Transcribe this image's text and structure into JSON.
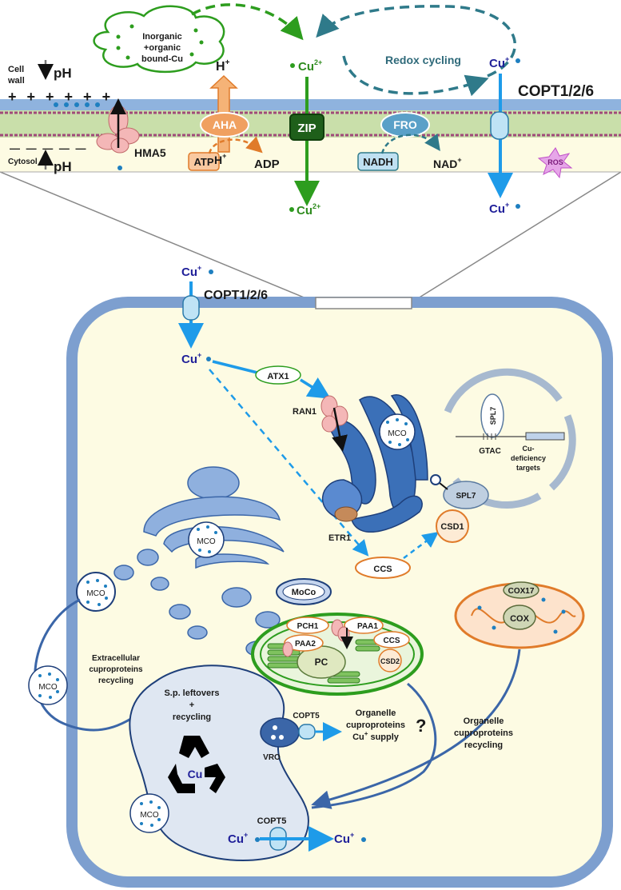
{
  "membrane": {
    "cell_wall_label_1": "Cell",
    "cell_wall_label_2": "wall",
    "ph_top": "pH",
    "cytosol_label": "Cytosol",
    "ph_bottom": "pH",
    "charges": "+ + + + + +",
    "minus_charges": "— — — — —",
    "cloud_line1": "Inorganic",
    "cloud_line2": "+organic",
    "cloud_line3": "bound-Cu",
    "h_plus_top": "H",
    "h_plus_bottom": "H",
    "plus_sup": "+",
    "aha": "AHA",
    "atp": "ATP",
    "adp": "ADP",
    "hma5": "HMA5",
    "zip": "ZIP",
    "cu2_top": "Cu",
    "cu2_bottom": "Cu",
    "sup_2plus": "2+",
    "redox": "Redox cycling",
    "fro": "FRO",
    "nadh": "NADH",
    "nad": "NAD",
    "cu_plus_top": "Cu",
    "cu_plus_bottom": "Cu",
    "copt_top": "COPT1/2/6",
    "ros": "ROS"
  },
  "cell": {
    "cu_entry": "Cu",
    "copt_entry": "COPT1/2/6",
    "cu_cytosol": "Cu",
    "atx1": "ATX1",
    "ran1": "RAN1",
    "mco": "MCO",
    "spl7": "SPL7",
    "gtac": "GTAC",
    "cu_def_1": "Cu-",
    "cu_def_2": "deficiency",
    "cu_def_3": "targets",
    "etr1": "ETR1",
    "ccs": "CCS",
    "csd1": "CSD1",
    "moco": "MoCo",
    "pch1": "PCH1",
    "paa1": "PAA1",
    "paa2": "PAA2",
    "ccs_chl": "CCS",
    "pc": "PC",
    "csd2": "CSD2",
    "cox17": "COX17",
    "cox": "COX",
    "extracellular_1": "Extracellular",
    "extracellular_2": "cuproproteins",
    "extracellular_3": "recycling",
    "sp_leftovers_1": "S.p. leftovers",
    "sp_leftovers_2": "+",
    "sp_leftovers_3": "recycling",
    "vacuole_cu": "Cu",
    "copt5_vro": "COPT5",
    "vro": "VRO",
    "organelle_supply_1": "Organelle",
    "organelle_supply_2": "cuproproteins",
    "organelle_supply_3": "Cu",
    "organelle_supply_4": "supply",
    "question": "?",
    "organelle_recycling_1": "Organelle",
    "organelle_recycling_2": "cuproproteins",
    "organelle_recycling_3": "recycling",
    "copt5_vacuole": "COPT5",
    "cu_vac_left": "Cu",
    "cu_vac_right": "Cu"
  },
  "colors": {
    "membrane_blue": "#8fb3de",
    "membrane_green": "#c9dfaa",
    "cell_border": "#7d9fcf",
    "cytoplasm": "#fdfbe3",
    "cu_plus_arrow": "#1e9be9",
    "cu2_arrow": "#2d9d1e",
    "redox_arrow": "#2f7a8a",
    "aha_orange": "#f0a060",
    "er_blue": "#3b70b8",
    "vacuole": "#dfe7f2"
  }
}
